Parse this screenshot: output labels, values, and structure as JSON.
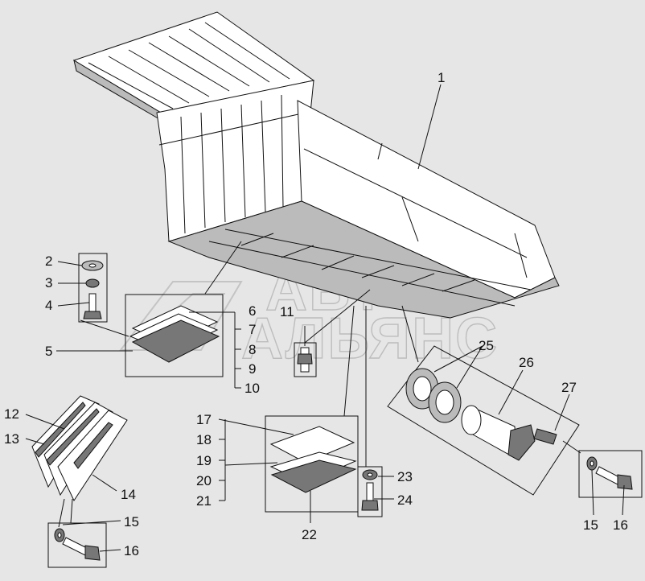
{
  "watermark": {
    "line1": "АВТО",
    "line2": "АЛЬЯНС"
  },
  "callouts": {
    "c1": "1",
    "c2": "2",
    "c3": "3",
    "c4": "4",
    "c5": "5",
    "c6": "6",
    "c7": "7",
    "c8": "8",
    "c9": "9",
    "c10": "10",
    "c11": "11",
    "c12": "12",
    "c13": "13",
    "c14": "14",
    "c15a": "15",
    "c16a": "16",
    "c17": "17",
    "c18": "18",
    "c19": "19",
    "c20": "20",
    "c21": "21",
    "c22": "22",
    "c23": "23",
    "c24": "24",
    "c25": "25",
    "c26": "26",
    "c27": "27",
    "c15b": "15",
    "c16b": "16"
  }
}
